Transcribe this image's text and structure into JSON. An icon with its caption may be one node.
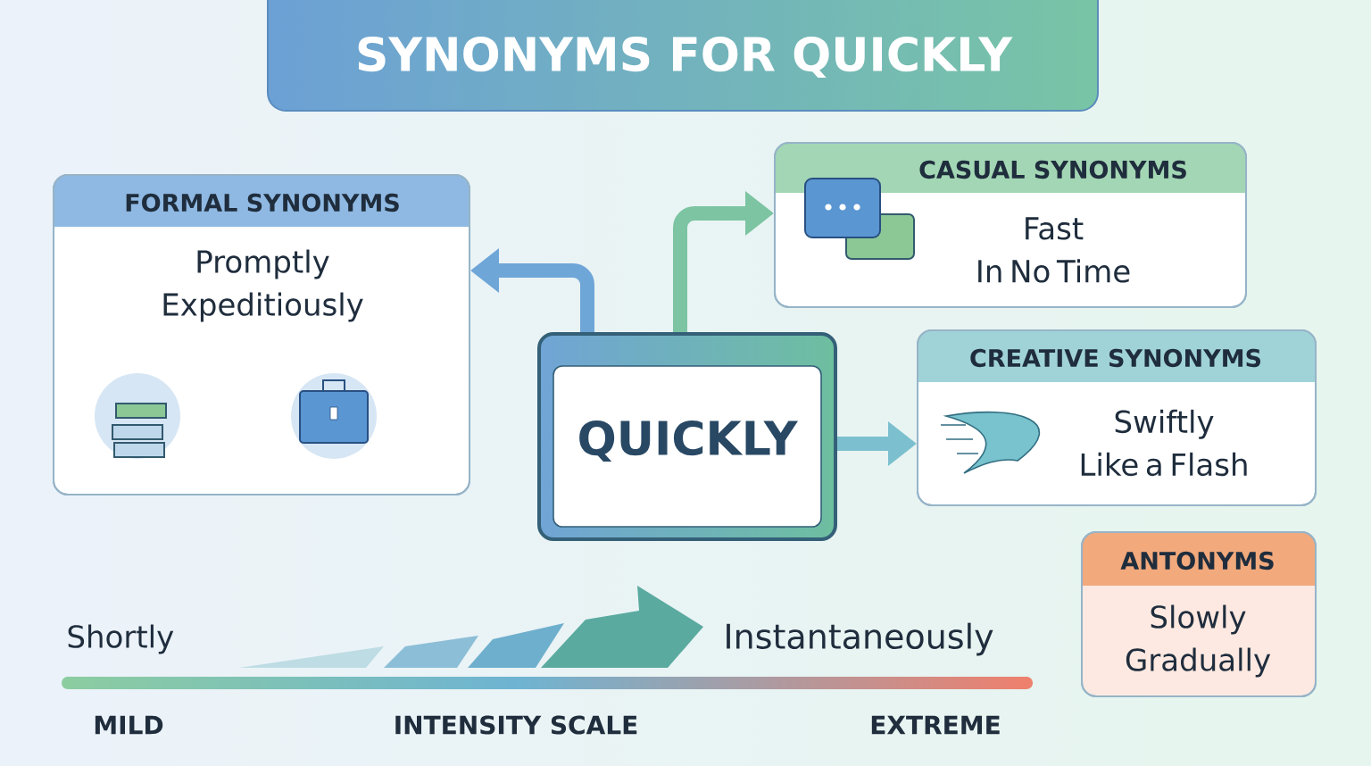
{
  "diagram": {
    "title": "SYNONYMS FOR QUICKLY",
    "nodes": [
      {
        "text": [
          "QUICKLY"
        ]
      },
      {
        "text": [
          "FORMAL SYNONYMS",
          "Promptly Expeditiously"
        ]
      },
      {
        "text": [
          "CASUAL SYNONYMS",
          "Fast In No Time"
        ]
      },
      {
        "text": [
          "CREATIVE SYNONYMS",
          "Swiftly Like a Flash"
        ]
      },
      {
        "text": [
          "ANTONYMS",
          "Slowly Gradually"
        ]
      }
    ],
    "edges": [
      {
        "from": 0,
        "to": 1,
        "arrow": "to",
        "color": "#6fa6d8"
      },
      {
        "from": 0,
        "to": 2,
        "arrow": "to",
        "color": "#7cc4a2"
      },
      {
        "from": 0,
        "to": 3,
        "arrow": "to",
        "color": "#7cc0cf"
      }
    ],
    "labels": [
      "Shortly",
      "Instantaneously",
      "MILD",
      "INTENSITY SCALE",
      "EXTREME"
    ]
  }
}
